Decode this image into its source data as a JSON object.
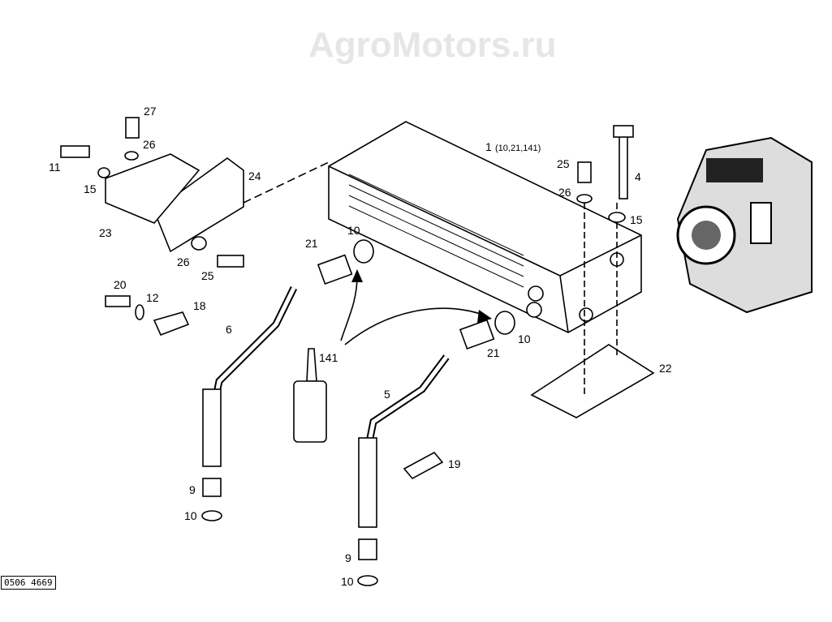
{
  "watermark": "AgroMotors.ru",
  "drawing_number": "0506 4669",
  "callouts": {
    "c1": "1",
    "c1_refs": "(10,21,141)",
    "c4": "4",
    "c5": "5",
    "c6": "6",
    "c9a": "9",
    "c9b": "9",
    "c10a": "10",
    "c10b": "10",
    "c10c": "10",
    "c10d": "10",
    "c11": "11",
    "c12": "12",
    "c15a": "15",
    "c15b": "15",
    "c18": "18",
    "c19": "19",
    "c20": "20",
    "c21a": "21",
    "c21b": "21",
    "c22": "22",
    "c23": "23",
    "c24": "24",
    "c25a": "25",
    "c25b": "25",
    "c26a": "26",
    "c26b": "26",
    "c26c": "26",
    "c27": "27",
    "c141": "141"
  }
}
